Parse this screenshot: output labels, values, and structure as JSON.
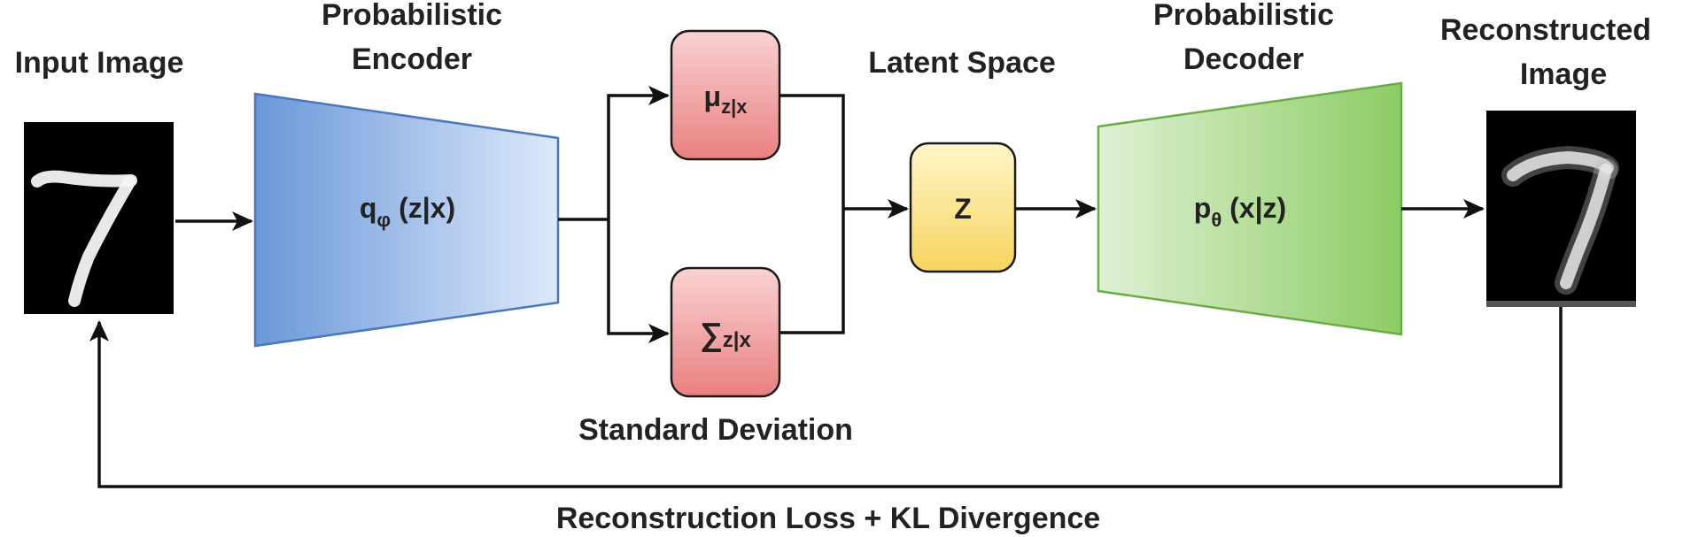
{
  "labels": {
    "input_image": "Input Image",
    "encoder_line1": "Probabilistic",
    "encoder_line2": "Encoder",
    "latent_space": "Latent Space",
    "decoder_line1": "Probabilistic",
    "decoder_line2": "Decoder",
    "reconstructed_line1": "Reconstructed",
    "reconstructed_line2": "Image",
    "standard_deviation": "Standard Deviation",
    "loss": "Reconstruction Loss + KL Divergence"
  },
  "nodes": {
    "encoder_formula": {
      "main": "q",
      "sub": "φ",
      "rest": " (z|x)"
    },
    "mu": {
      "main": "μ",
      "sub": "z|x"
    },
    "sigma": {
      "main": "∑",
      "sub": "z|x"
    },
    "z": {
      "text": "Z"
    },
    "decoder_formula": {
      "main": "p",
      "sub": "θ",
      "rest": " (x|z)"
    }
  },
  "colors": {
    "encoder": [
      "#6a97d8",
      "#dde9fb"
    ],
    "decoder": [
      "#dff1d4",
      "#8ccc64"
    ],
    "red_box": [
      "#f9d2d2",
      "#ea8080"
    ],
    "z_box": [
      "#fff6c9",
      "#f7d360"
    ],
    "stroke": "#111111"
  }
}
